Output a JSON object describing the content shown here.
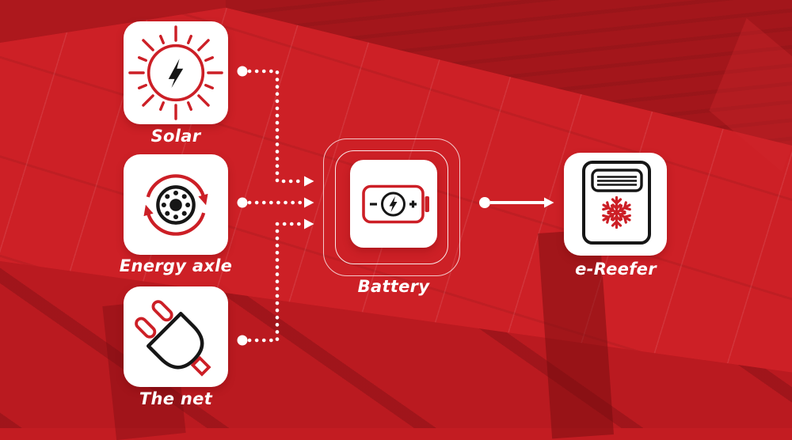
{
  "nodes": {
    "solar": {
      "label": "Solar",
      "icon": "sun-lightning-icon"
    },
    "energy_axle": {
      "label": "Energy axle",
      "icon": "wheel-rotation-icon"
    },
    "the_net": {
      "label": "The net",
      "icon": "power-plug-icon"
    },
    "battery": {
      "label": "Battery",
      "icon": "battery-lightning-icon"
    },
    "e_reefer": {
      "label": "e-Reefer",
      "icon": "reefer-snowflake-icon"
    }
  },
  "connections": [
    {
      "from": "solar",
      "to": "battery",
      "style": "dotted"
    },
    {
      "from": "energy_axle",
      "to": "battery",
      "style": "dotted"
    },
    {
      "from": "the_net",
      "to": "battery",
      "style": "dotted"
    },
    {
      "from": "battery",
      "to": "e_reefer",
      "style": "solid"
    }
  ],
  "colors": {
    "background_red": "#c31c22",
    "background_dark_red": "#a3161b",
    "accent_red": "#cc1f26",
    "icon_black": "#161616",
    "connector_white": "#ffffff"
  }
}
